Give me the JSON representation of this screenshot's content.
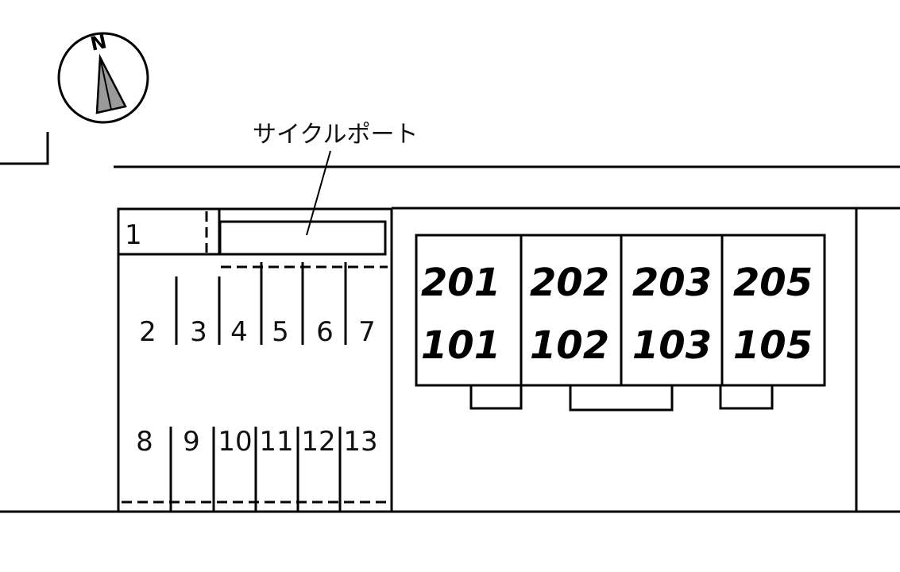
{
  "compass": {
    "north_letter": "N"
  },
  "cycle_port": {
    "label": "サイクルポート"
  },
  "parking_spaces": {
    "top": "1",
    "row1": [
      "2",
      "3",
      "4",
      "5",
      "6",
      "7"
    ],
    "row2": [
      "8",
      "9",
      "10",
      "11",
      "12",
      "13"
    ]
  },
  "units": [
    {
      "upper": "201",
      "lower": "101"
    },
    {
      "upper": "202",
      "lower": "102"
    },
    {
      "upper": "203",
      "lower": "103"
    },
    {
      "upper": "205",
      "lower": "105"
    }
  ]
}
